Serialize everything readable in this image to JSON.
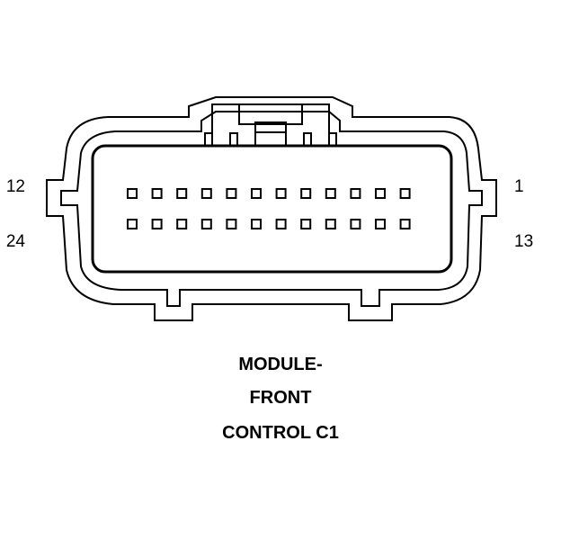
{
  "connector": {
    "rows": 2,
    "pins_per_row": 12,
    "pin_labels": {
      "top_left": "12",
      "top_right": "1",
      "bottom_left": "24",
      "bottom_right": "13"
    }
  },
  "caption": {
    "line1": "MODULE-",
    "line2": "FRONT",
    "line3": "CONTROL C1"
  },
  "colors": {
    "line": "#000000",
    "background": "#ffffff"
  }
}
